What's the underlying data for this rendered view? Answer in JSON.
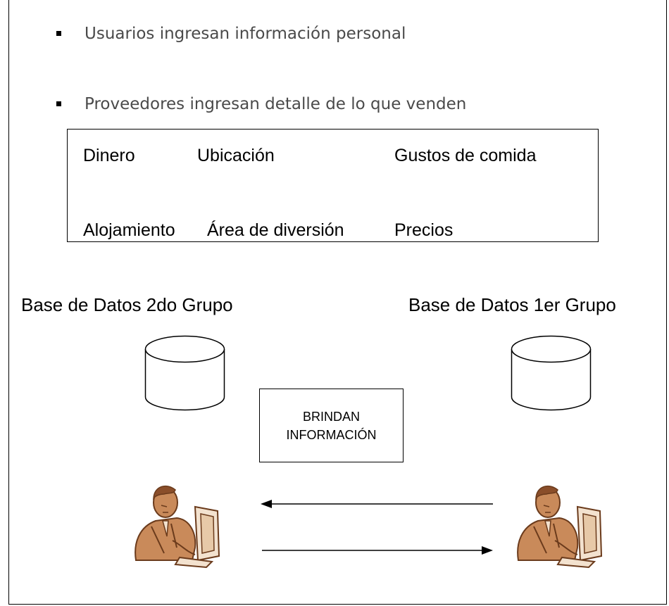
{
  "bullets": [
    "Usuarios ingresan información personal",
    "Proveedores ingresan detalle de lo que venden"
  ],
  "categories": {
    "row1": [
      "Dinero",
      "Ubicación",
      "Gustos de comida"
    ],
    "row2": [
      "Alojamiento",
      "Área de diversión",
      "Precios"
    ]
  },
  "databases": {
    "left_label": "Base de Datos 2do Grupo",
    "right_label": "Base de Datos 1er Grupo"
  },
  "info_box": {
    "line1": "BRINDAN",
    "line2": "INFORMACIÓN"
  },
  "colors": {
    "bullet_text": "#4a4a4a",
    "person_skin": "#c98a5a",
    "person_shadow": "#8a4e2a"
  }
}
